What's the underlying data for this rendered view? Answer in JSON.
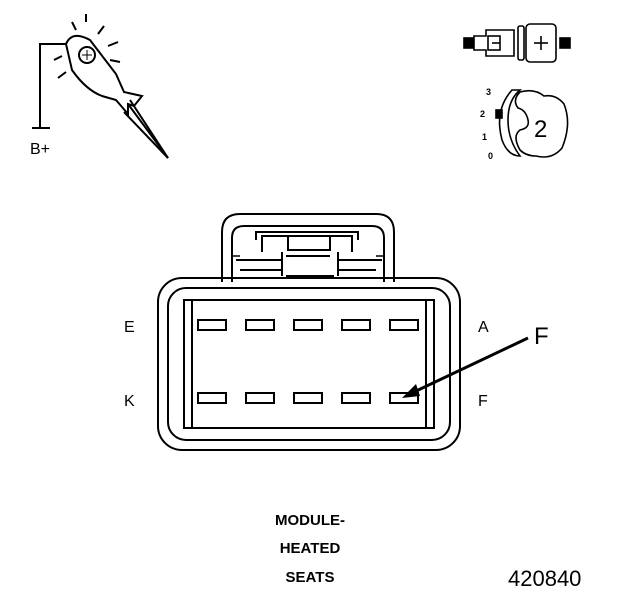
{
  "test_light": {
    "label": "B+"
  },
  "connector_selector": {
    "positions": [
      "3",
      "2",
      "1",
      "0"
    ],
    "selected": "2"
  },
  "connector": {
    "pin_labels": {
      "top_left": "E",
      "top_right": "A",
      "bottom_left": "K",
      "bottom_right": "F"
    },
    "callout": "F"
  },
  "caption": {
    "line1": "MODULE-",
    "line2": "HEATED",
    "line3": "SEATS"
  },
  "figure_number": "420840"
}
